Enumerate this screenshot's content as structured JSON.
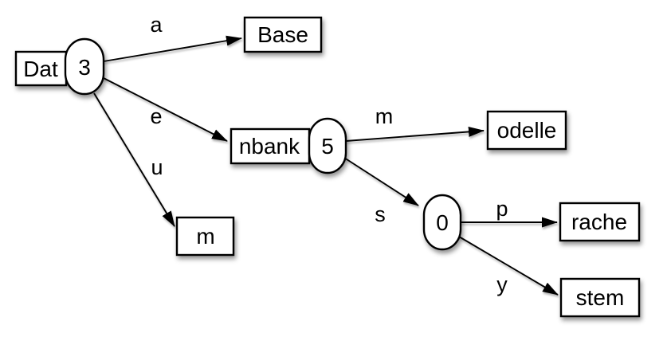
{
  "diagram": {
    "description": "radix-tree",
    "colors": {
      "background": "#ffffff",
      "node_fill": "#ffffff",
      "stroke": "#000000",
      "text": "#000000"
    },
    "nodes": {
      "dat": {
        "label": "Dat",
        "shape": "rect"
      },
      "n3": {
        "label": "3",
        "shape": "capsule"
      },
      "base": {
        "label": "Base",
        "shape": "rect"
      },
      "nbank": {
        "label": "nbank",
        "shape": "rect"
      },
      "n5": {
        "label": "5",
        "shape": "capsule"
      },
      "m": {
        "label": "m",
        "shape": "rect"
      },
      "odelle": {
        "label": "odelle",
        "shape": "rect"
      },
      "n0": {
        "label": "0",
        "shape": "capsule"
      },
      "rache": {
        "label": "rache",
        "shape": "rect"
      },
      "stem": {
        "label": "stem",
        "shape": "rect"
      }
    },
    "edges": {
      "a": {
        "label": "a",
        "from": "n3",
        "to": "base"
      },
      "e": {
        "label": "e",
        "from": "n3",
        "to": "nbank"
      },
      "u": {
        "label": "u",
        "from": "n3",
        "to": "m"
      },
      "m": {
        "label": "m",
        "from": "n5",
        "to": "odelle"
      },
      "s": {
        "label": "s",
        "from": "n5",
        "to": "n0"
      },
      "p": {
        "label": "p",
        "from": "n0",
        "to": "rache"
      },
      "y": {
        "label": "y",
        "from": "n0",
        "to": "stem"
      }
    }
  }
}
